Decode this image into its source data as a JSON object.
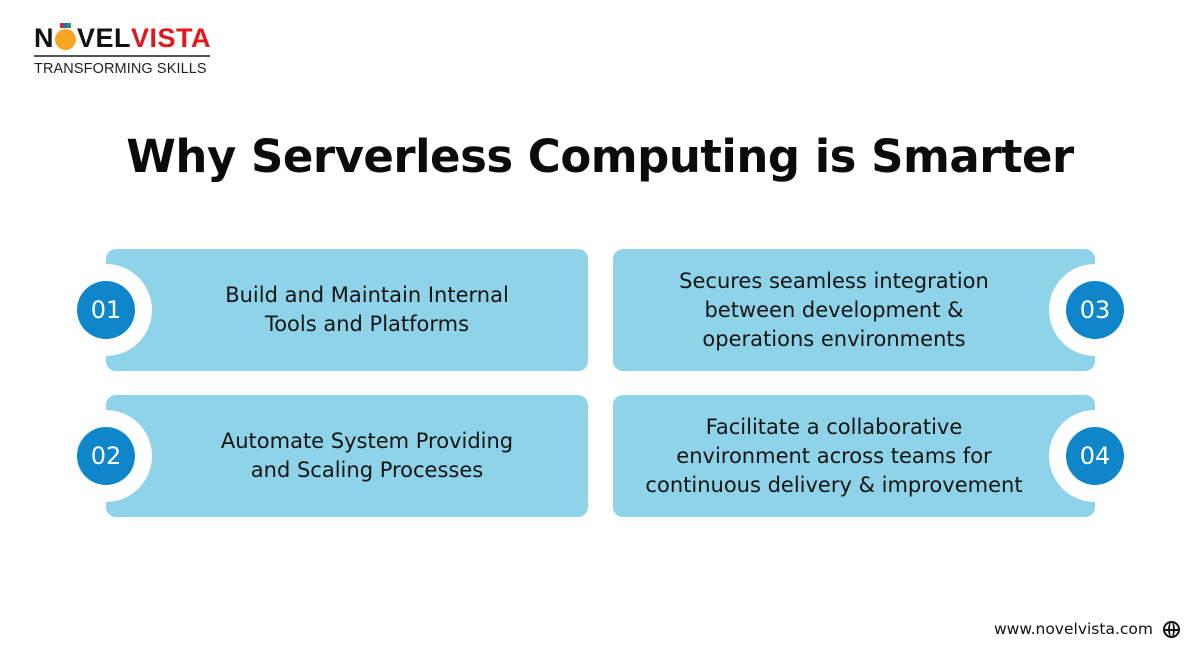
{
  "brand": {
    "name_dark_1": "N",
    "name_dark_2": "VEL",
    "name_red": "VISTA",
    "tagline": "TRANSFORMING SKILLS",
    "colors": {
      "dark": "#111111",
      "red": "#e3171c",
      "orange": "#f5a623"
    }
  },
  "title": "Why Serverless Computing is Smarter",
  "cards": [
    {
      "number": "01",
      "text": "Build and Maintain Internal\nTools and Platforms",
      "side": "left"
    },
    {
      "number": "02",
      "text": "Automate System Providing\nand Scaling Processes",
      "side": "left"
    },
    {
      "number": "03",
      "text": "Secures seamless integration\nbetween development &\noperations environments",
      "side": "right"
    },
    {
      "number": "04",
      "text": "Facilitate a collaborative\nenvironment across teams for\ncontinuous delivery & improvement",
      "side": "right"
    }
  ],
  "colors": {
    "card_bg": "#8fd3e8",
    "number_bg": "#0f86c9",
    "number_text": "#ffffff"
  },
  "footer": {
    "url": "www.novelvista.com",
    "icon": "globe-icon"
  }
}
